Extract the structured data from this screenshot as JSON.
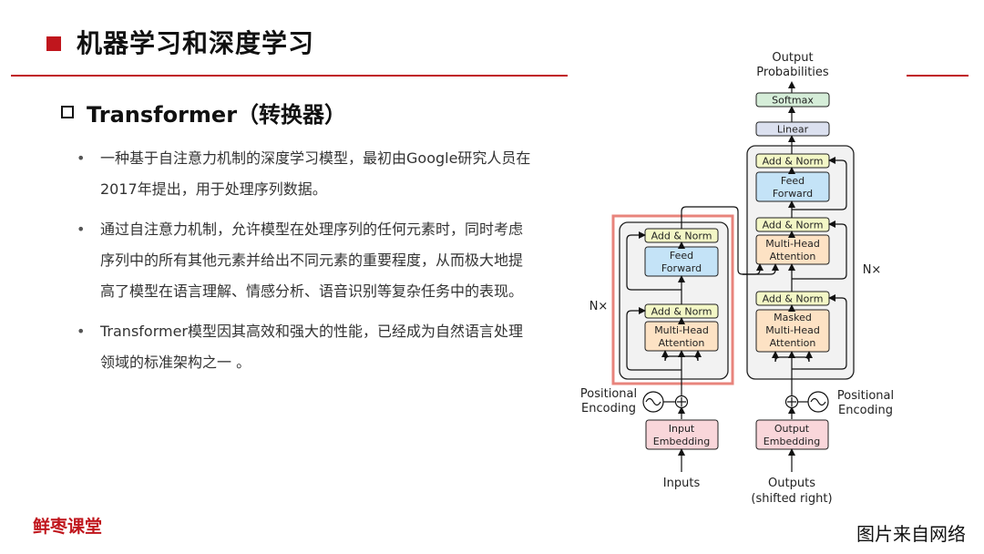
{
  "header": {
    "title": "机器学习和深度学习"
  },
  "section": {
    "heading": "Transformer（转换器）"
  },
  "bullets": [
    {
      "text": "一种基于自注意力机制的深度学习模型，最初由Google研究人员在2017年提出，用于处理序列数据。"
    },
    {
      "text": "通过自注意力机制，允许模型在处理序列的任何元素时，同时考虑序列中的所有其他元素并给出不同元素的重要程度，从而极大地提高了模型在语言理解、情感分析、语音识别等复杂任务中的表现。"
    },
    {
      "text": "Transformer模型因其高效和强大的性能，已经成为自然语言处理领域的标准架构之一 。"
    }
  ],
  "footer": {
    "brand": "鲜枣课堂",
    "credit": "图片来自网络"
  },
  "diagram": {
    "output_label_1": "Output",
    "output_label_2": "Probabilities",
    "softmax": "Softmax",
    "linear": "Linear",
    "add_norm": "Add & Norm",
    "feed": "Feed",
    "forward": "Forward",
    "multi_head": "Multi-Head",
    "attention": "Attention",
    "masked": "Masked",
    "nx": "N×",
    "positional": "Positional",
    "encoding": "Encoding",
    "input": "Input",
    "output": "Output",
    "embedding": "Embedding",
    "inputs": "Inputs",
    "outputs": "Outputs",
    "shifted_right": "(shifted right)",
    "colors": {
      "add_norm": "#f3f7c6",
      "feed_forward": "#c4e3f7",
      "attention": "#fde2c4",
      "embedding": "#f9d6da",
      "softmax": "#d5edd8",
      "linear": "#dbe0ef",
      "block_bg": "#f2f2f2",
      "highlight": "#e8847c"
    }
  }
}
